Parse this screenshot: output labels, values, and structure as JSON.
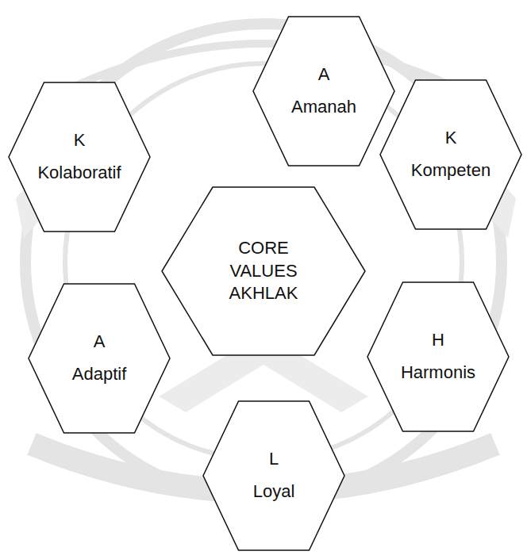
{
  "diagram": {
    "nodes": [
      {
        "text": [
          "A",
          "Amanah"
        ]
      },
      {
        "text": [
          "K",
          "Kolaboratif"
        ]
      },
      {
        "text": [
          "K",
          "Kompeten"
        ]
      },
      {
        "text": [
          "CORE VALUES AKHLAK"
        ]
      },
      {
        "text": [
          "A",
          "Adaptif"
        ]
      },
      {
        "text": [
          "H",
          "Harmonis"
        ]
      },
      {
        "text": [
          "L",
          "Loyal"
        ]
      }
    ]
  }
}
